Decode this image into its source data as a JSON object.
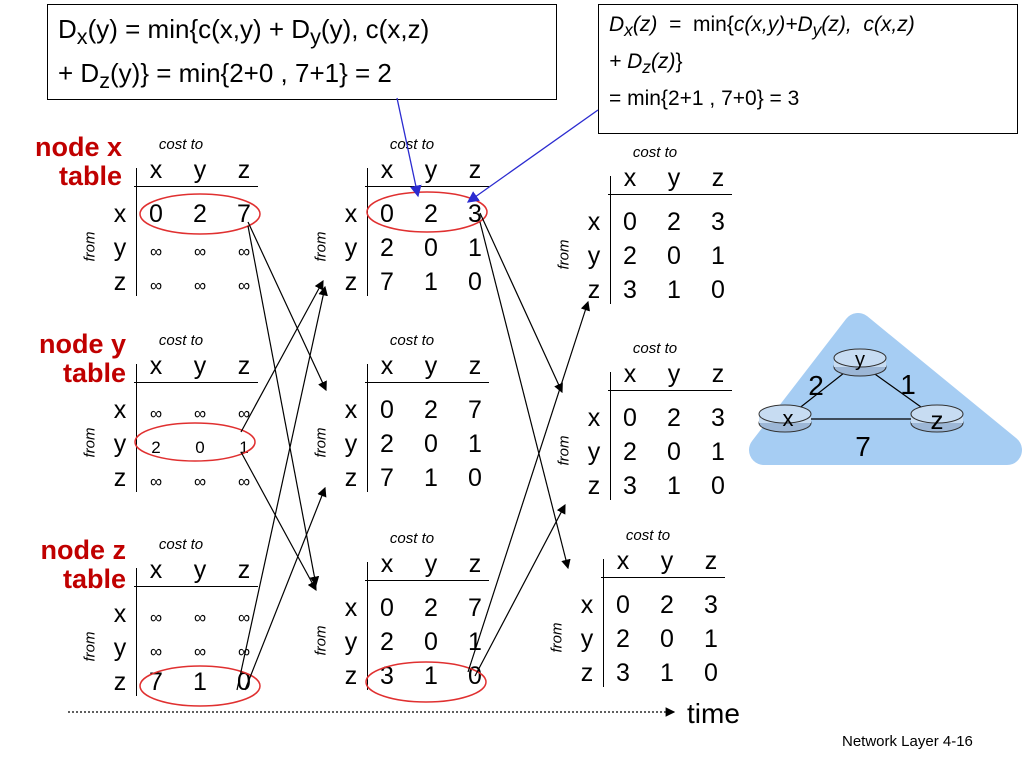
{
  "formula_y": {
    "line1": "D<sub>x</sub>(y) = min{c(x,y) + D<sub>y</sub>(y), c(x,z)",
    "line2": "+ D<sub>z</sub>(y)} = min{2+0 , 7+1} = 2"
  },
  "formula_z": {
    "line1": "<i>D<sub>x</sub>(z)</i> &nbsp;= &nbsp;min{<i>c(x,y)+D<sub>y</sub>(z), &nbsp;c(x,z)</i>",
    "line2": "<i>+ D<sub>z</sub>(z)</i>}",
    "line3": "= min{2+1 , 7+0} = 3"
  },
  "node_labels": [
    {
      "name": "node-x-label",
      "line1": "node x",
      "line2": "table"
    },
    {
      "name": "node-y-label",
      "line1": "node y",
      "line2": "table"
    },
    {
      "name": "node-z-label",
      "line1": "node z",
      "line2": "table"
    }
  ],
  "table_common": {
    "cost_to": "cost to",
    "from": "from",
    "cols": [
      "x",
      "y",
      "z"
    ],
    "rows": [
      "x",
      "y",
      "z"
    ]
  },
  "tables": [
    {
      "id": "x-t0",
      "cells": [
        [
          "0",
          "2",
          "7"
        ],
        [
          "∞",
          "∞",
          "∞"
        ],
        [
          "∞",
          "∞",
          "∞"
        ]
      ]
    },
    {
      "id": "x-t1",
      "cells": [
        [
          "0",
          "2",
          "3"
        ],
        [
          "2",
          "0",
          "1"
        ],
        [
          "7",
          "1",
          "0"
        ]
      ]
    },
    {
      "id": "x-t2",
      "cells": [
        [
          "0",
          "2",
          "3"
        ],
        [
          "2",
          "0",
          "1"
        ],
        [
          "3",
          "1",
          "0"
        ]
      ]
    },
    {
      "id": "y-t0",
      "cells": [
        [
          "∞",
          "∞",
          "∞"
        ],
        [
          "2",
          "0",
          "1"
        ],
        [
          "∞",
          "∞",
          "∞"
        ]
      ]
    },
    {
      "id": "y-t1",
      "cells": [
        [
          "0",
          "2",
          "7"
        ],
        [
          "2",
          "0",
          "1"
        ],
        [
          "7",
          "1",
          "0"
        ]
      ]
    },
    {
      "id": "y-t2",
      "cells": [
        [
          "0",
          "2",
          "3"
        ],
        [
          "2",
          "0",
          "1"
        ],
        [
          "3",
          "1",
          "0"
        ]
      ]
    },
    {
      "id": "z-t0",
      "cells": [
        [
          "∞",
          "∞",
          "∞"
        ],
        [
          "∞",
          "∞",
          "∞"
        ],
        [
          "7",
          "1",
          "0"
        ]
      ]
    },
    {
      "id": "z-t1",
      "cells": [
        [
          "0",
          "2",
          "7"
        ],
        [
          "2",
          "0",
          "1"
        ],
        [
          "3",
          "1",
          "0"
        ]
      ]
    },
    {
      "id": "z-t2",
      "cells": [
        [
          "0",
          "2",
          "3"
        ],
        [
          "2",
          "0",
          "1"
        ],
        [
          "3",
          "1",
          "0"
        ]
      ]
    }
  ],
  "graph": {
    "nodes": {
      "x": "x",
      "y": "y",
      "z": "z"
    },
    "edges": {
      "xy": "2",
      "yz": "1",
      "xz": "7"
    },
    "fill": "#a6cdf3"
  },
  "time_label": "time",
  "footer": "Network Layer 4-16",
  "colors": {
    "node_label": "#c00000",
    "highlight": "#e03030",
    "pointer": "#2b2bd0"
  }
}
